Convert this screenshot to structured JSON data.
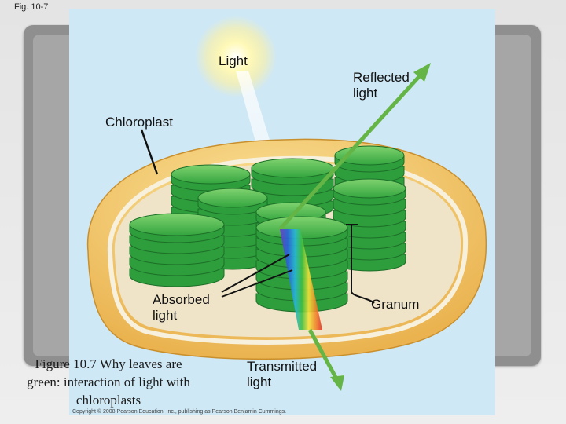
{
  "figure_ref": "Fig. 10-7",
  "labels": {
    "light": "Light",
    "reflected": "Reflected\nlight",
    "chloroplast": "Chloroplast",
    "absorbed": "Absorbed\nlight",
    "granum": "Granum",
    "transmitted": "Transmitted\nlight"
  },
  "caption": "Figure 10.7 Why leaves are\ngreen: interaction of light with\nchloroplasts",
  "credit": "Copyright © 2008 Pearson Education, Inc., publishing as Pearson Benjamin Cummings.",
  "colors": {
    "sky": "#cfe8f5",
    "outer_membrane": "#f3c46a",
    "stroma": "#efe3c8",
    "thylakoid": "#2e9d3c",
    "thylakoid_dark": "#1c6f28",
    "arrow_green": "#64b545",
    "sun": "#fff7a6"
  }
}
